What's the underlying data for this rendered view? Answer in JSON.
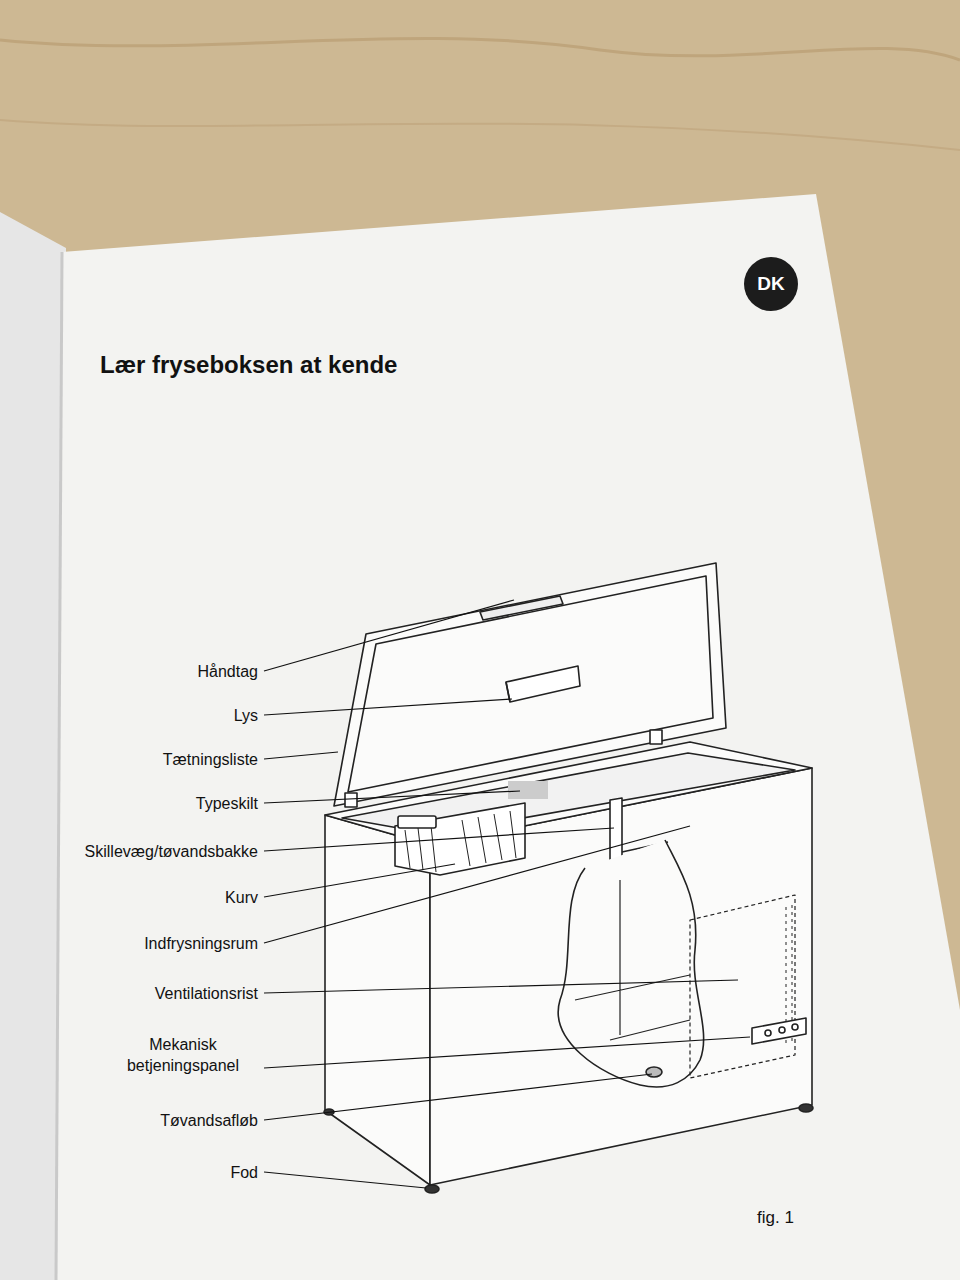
{
  "diagram": {
    "title": "Lær fryseboksen at kende",
    "caption": "fig. 1",
    "nodes": [
      {
        "text": [
          "DK"
        ]
      }
    ],
    "labels": [
      "Håndtag",
      "Lys",
      "Tætningsliste",
      "Typeskilt",
      "Skillevæg/tøvandsbakke",
      "Kurv",
      "Indfrysningsrum",
      "Ventilationsrist",
      "Mekanisk betjeningspanel",
      "Tøvandsafløb",
      "Fod"
    ]
  }
}
